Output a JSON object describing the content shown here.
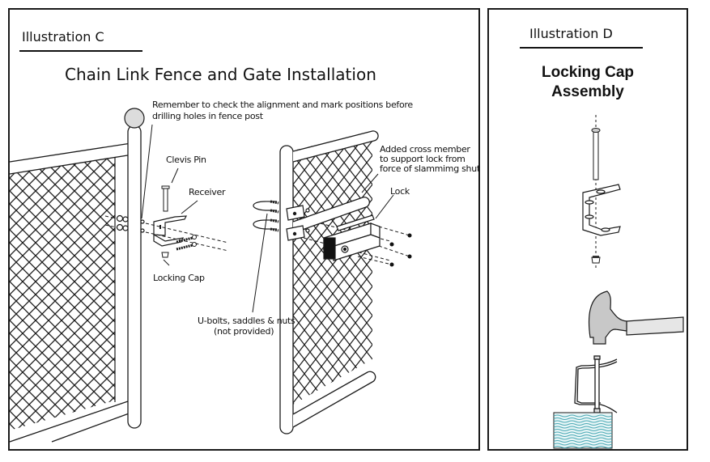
{
  "illustration_c": {
    "label": "Illustration C",
    "title": "Chain Link Fence and Gate Installation",
    "callouts": {
      "alignment_line1": "Remember to check the alignment and mark positions before",
      "alignment_line2": "drilling holes in fence post",
      "clevis_pin": "Clevis Pin",
      "receiver": "Receiver",
      "locking_cap": "Locking Cap",
      "cross_member_line1": "Added cross member",
      "cross_member_line2": "to support lock from",
      "cross_member_line3": "force of slammimg shut",
      "lock": "Lock",
      "ubolts_line1": "U-bolts, saddles & nuts",
      "ubolts_line2": "(not provided)"
    }
  },
  "illustration_d": {
    "label": "Illustration D",
    "title_line1": "Locking Cap",
    "title_line2": "Assembly"
  },
  "colors": {
    "line": "#1a1a1a",
    "post_fill": "#ffffff",
    "post_cap_fill": "#dcdcdc",
    "hammer_fill": "#c8c8c8",
    "handle_fill": "#e6e6e6",
    "wood_fill": "#e8f6f7",
    "wood_grain": "#4aa8b4"
  }
}
